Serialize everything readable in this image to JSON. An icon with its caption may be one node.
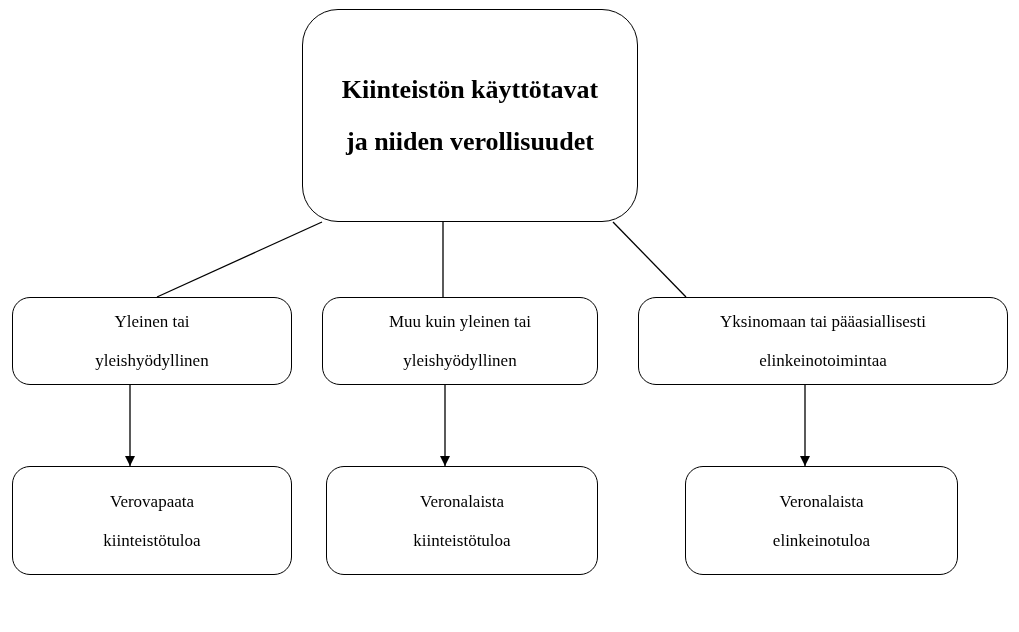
{
  "diagram": {
    "nodes": [
      {
        "text": [
          "Kiinteistön käyttötavat ja niiden verollisuudet"
        ]
      },
      {
        "text": [
          "Yleinen tai yleishyödyllinen"
        ]
      },
      {
        "text": [
          "Muu kuin yleinen tai yleishyödyllinen"
        ]
      },
      {
        "text": [
          "Yksinomaan tai pääasiallisesti elinkeinotoimintaa"
        ]
      },
      {
        "text": [
          "Verovapaata kiinteistötuloa"
        ]
      },
      {
        "text": [
          "Veronalaista kiinteistötuloa"
        ]
      },
      {
        "text": [
          "Veronalaista elinkeinotuloa"
        ]
      }
    ],
    "edges": [
      {
        "from": 0,
        "to": 1,
        "arrow": "none"
      },
      {
        "from": 0,
        "to": 2,
        "arrow": "none"
      },
      {
        "from": 0,
        "to": 3,
        "arrow": "none"
      },
      {
        "from": 1,
        "to": 4,
        "arrow": "to"
      },
      {
        "from": 2,
        "to": 5,
        "arrow": "to"
      },
      {
        "from": 3,
        "to": 6,
        "arrow": "to"
      }
    ]
  }
}
